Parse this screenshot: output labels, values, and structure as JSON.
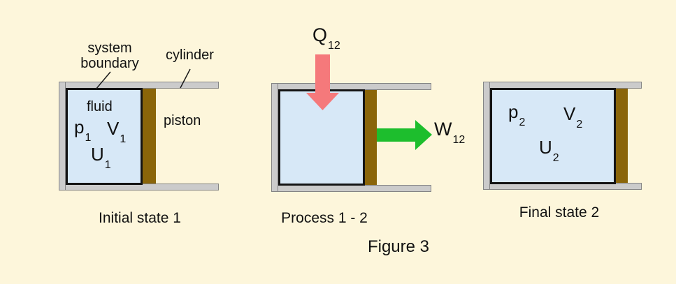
{
  "colors": {
    "background": "#FDF6DB",
    "fluid_fill": "#D7E8F7",
    "piston_brown": "#8A6509",
    "cylinder_gray": "#CBCBCB",
    "boundary_black": "#141414",
    "heat_arrow_red": "#F5797B",
    "work_arrow_green": "#1DBE2D"
  },
  "annotations": {
    "system_boundary": "system boundary",
    "cylinder": "cylinder",
    "piston": "piston",
    "fluid": "fluid"
  },
  "states": {
    "initial": {
      "caption": "Initial state 1",
      "pressure": {
        "base": "p",
        "sub": "1"
      },
      "volume": {
        "base": "V",
        "sub": "1"
      },
      "energy": {
        "base": "U",
        "sub": "1"
      }
    },
    "process": {
      "caption": "Process 1 - 2",
      "heat": {
        "base": "Q",
        "sub": "12"
      },
      "work": {
        "base": "W",
        "sub": "12"
      }
    },
    "final": {
      "caption": "Final state 2",
      "pressure": {
        "base": "p",
        "sub": "2"
      },
      "volume": {
        "base": "V",
        "sub": "2"
      },
      "energy": {
        "base": "U",
        "sub": "2"
      }
    }
  },
  "figure_caption": "Figure 3"
}
